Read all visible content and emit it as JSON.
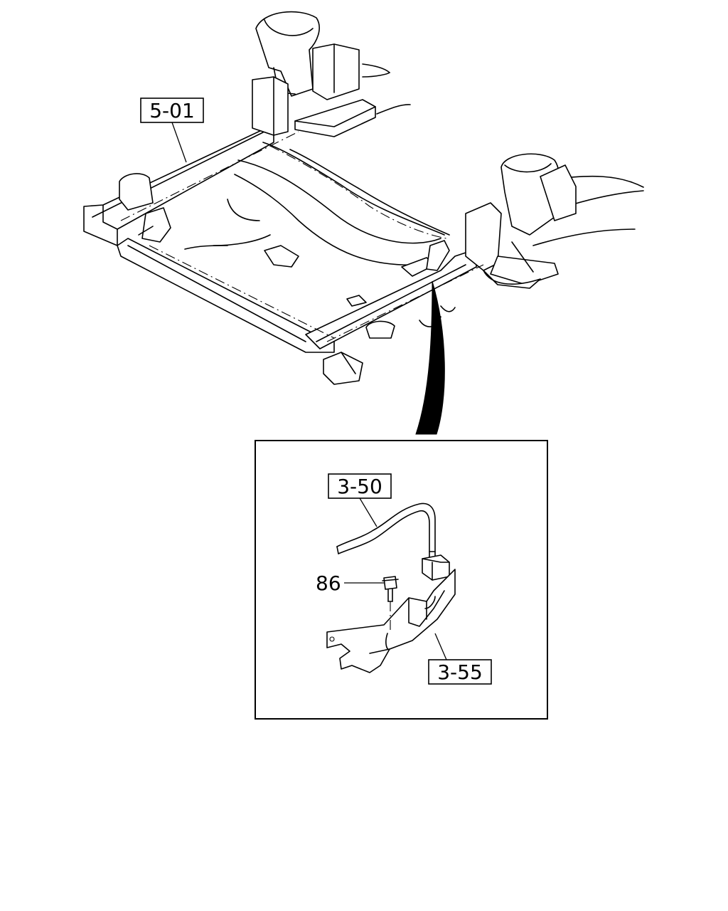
{
  "callouts": {
    "frame_ref": "5-01",
    "hose_ref": "3-50",
    "bracket_ref": "3-55",
    "bolt_ref": "86"
  },
  "colors": {
    "line": "#000000",
    "background": "#ffffff"
  }
}
